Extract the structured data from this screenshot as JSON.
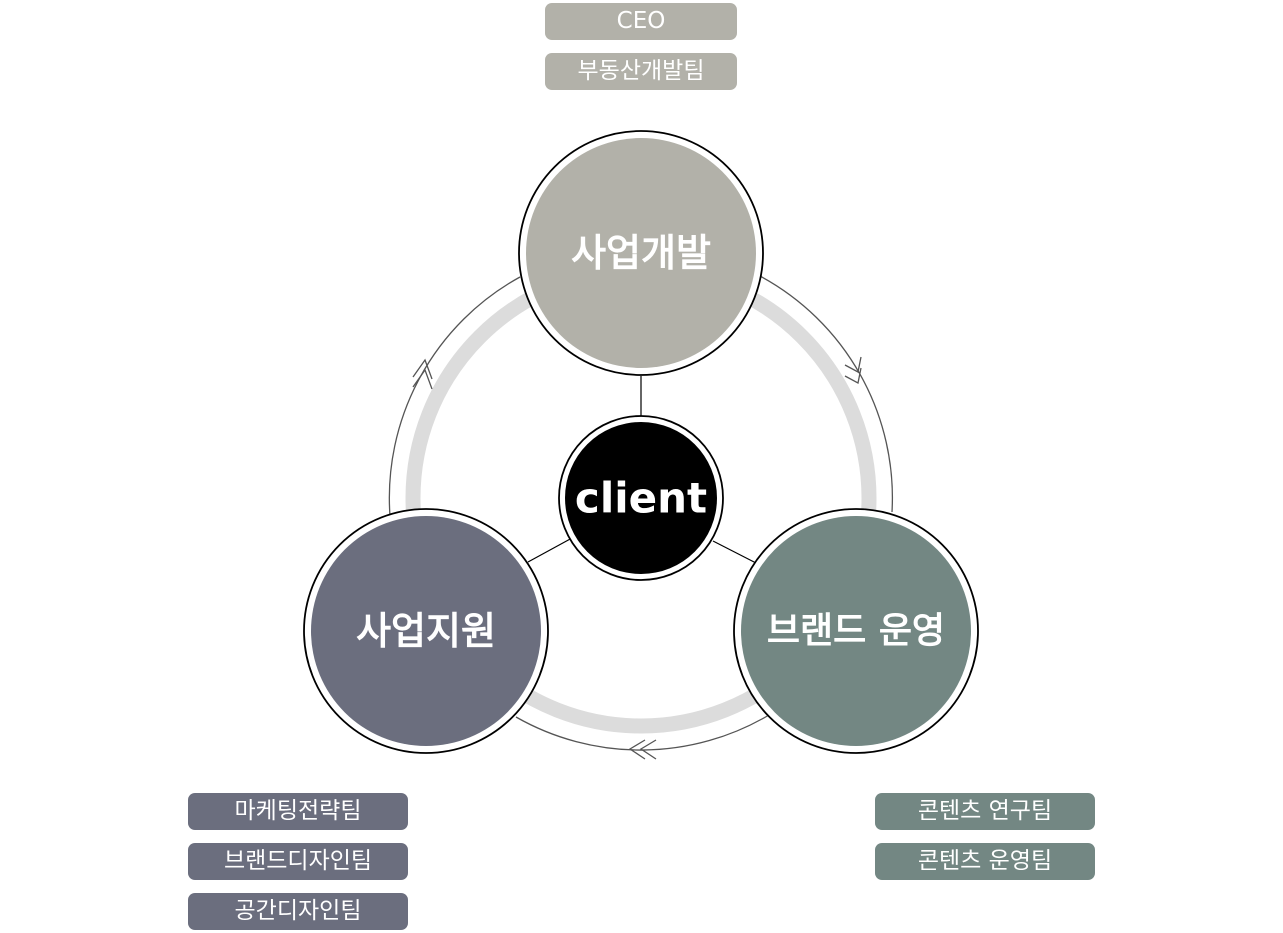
{
  "center": {
    "label": "client",
    "color": "#000000"
  },
  "nodes": [
    {
      "id": "business-development",
      "label": "사업개발",
      "color": "#b2b1a9"
    },
    {
      "id": "brand-operation",
      "label": "브랜드 운영",
      "color": "#738783"
    },
    {
      "id": "business-support",
      "label": "사업지원",
      "color": "#6b6e7e"
    }
  ],
  "teams": {
    "top": [
      "CEO",
      "부동산개발팀"
    ],
    "left": [
      "마케팅전략팀",
      "브랜드디자인팀",
      "공간디자인팀"
    ],
    "right": [
      "콘텐츠 연구팀",
      "콘텐츠 운영팀"
    ]
  },
  "ring_color": "#dcdcdc",
  "arrow_color": "#555555"
}
